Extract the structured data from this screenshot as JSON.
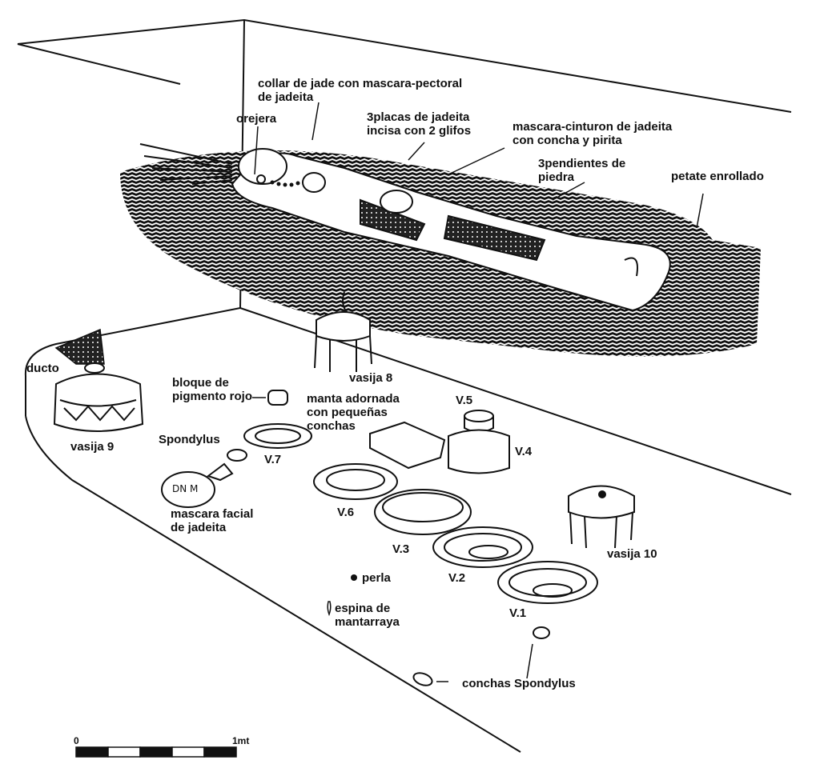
{
  "labels": {
    "collar": "collar de jade con mascara-pectoral\nde jadeita",
    "orejera": "orejera",
    "placas": "3placas de jadeita\nincisa con 2 glifos",
    "cinturon": "mascara-cinturon de jadeita\ncon concha y pirita",
    "pendientes": "3pendientes de\npiedra",
    "petate": "petate enrollado",
    "ducto": "ducto",
    "vasija9": "vasija 9",
    "vasija8": "vasija 8",
    "bloque": "bloque de\npigmento rojo",
    "manta": "manta adornada\ncon pequeñas\nconchas",
    "spondylus": "Spondylus",
    "mascara_facial": "mascara facial\nde jadeita",
    "v1": "V.1",
    "v2": "V.2",
    "v3": "V.3",
    "v4": "V.4",
    "v5": "V.5",
    "v6": "V.6",
    "v7": "V.7",
    "vasija10": "vasija 10",
    "perla": "perla",
    "espina": "espina de\nmantarraya",
    "conchas": "conchas Spondylus"
  },
  "scale": {
    "start": "0",
    "end": "1mt"
  }
}
